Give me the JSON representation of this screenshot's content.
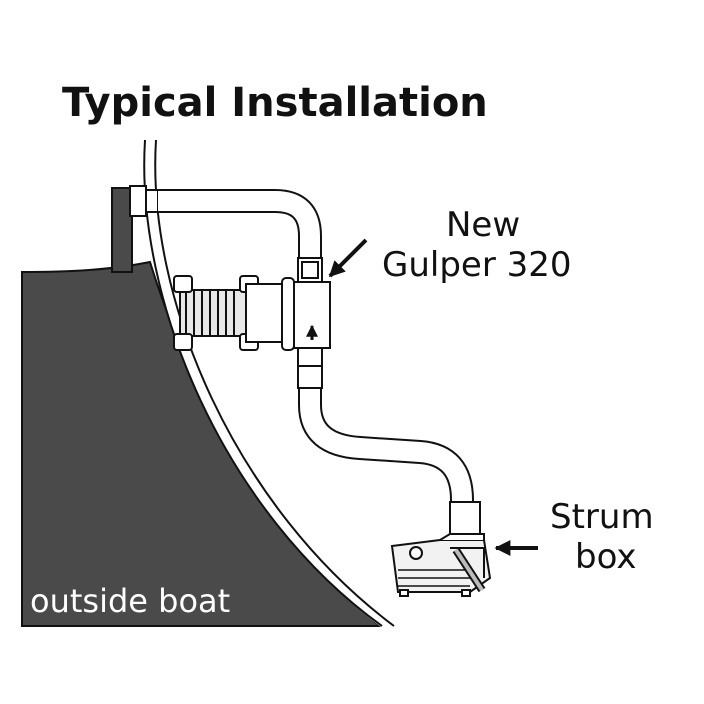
{
  "title": "Typical Installation",
  "pump_label": {
    "line1": "New",
    "line2": "Gulper 320"
  },
  "strum_label": {
    "line1": "Strum",
    "line2": "box"
  },
  "hull_label": "outside boat",
  "colors": {
    "hull": "#4a4a4a",
    "ink": "#111111",
    "background": "#ffffff"
  }
}
